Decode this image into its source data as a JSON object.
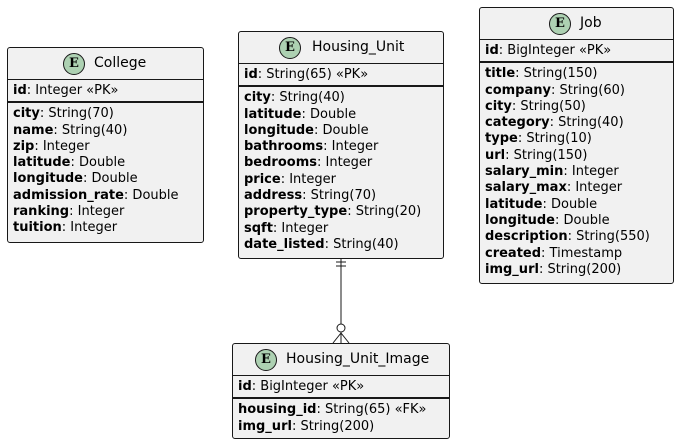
{
  "entities": {
    "college": {
      "icon": "E",
      "name": "College",
      "primary": [
        {
          "name": "id",
          "type": ": Integer «PK»"
        }
      ],
      "attributes": [
        {
          "name": "city",
          "type": ": String(70)"
        },
        {
          "name": "name",
          "type": ": String(40)"
        },
        {
          "name": "zip",
          "type": ": Integer"
        },
        {
          "name": "latitude",
          "type": ": Double"
        },
        {
          "name": "longitude",
          "type": ": Double"
        },
        {
          "name": "admission_rate",
          "type": ": Double"
        },
        {
          "name": "ranking",
          "type": ": Integer"
        },
        {
          "name": "tuition",
          "type": ": Integer"
        }
      ]
    },
    "housing_unit": {
      "icon": "E",
      "name": "Housing_Unit",
      "primary": [
        {
          "name": "id",
          "type": ": String(65) «PK»"
        }
      ],
      "attributes": [
        {
          "name": "city",
          "type": ": String(40)"
        },
        {
          "name": "latitude",
          "type": ": Double"
        },
        {
          "name": "longitude",
          "type": ": Double"
        },
        {
          "name": "bathrooms",
          "type": ": Integer"
        },
        {
          "name": "bedrooms",
          "type": ": Integer"
        },
        {
          "name": "price",
          "type": ": Integer"
        },
        {
          "name": "address",
          "type": ": String(70)"
        },
        {
          "name": "property_type",
          "type": ": String(20)"
        },
        {
          "name": "sqft",
          "type": ": Integer"
        },
        {
          "name": "date_listed",
          "type": ": String(40)"
        }
      ]
    },
    "job": {
      "icon": "E",
      "name": "Job",
      "primary": [
        {
          "name": "id",
          "type": ": BigInteger «PK»"
        }
      ],
      "attributes": [
        {
          "name": "title",
          "type": ": String(150)"
        },
        {
          "name": "company",
          "type": ": String(60)"
        },
        {
          "name": "city",
          "type": ": String(50)"
        },
        {
          "name": "category",
          "type": ": String(40)"
        },
        {
          "name": "type",
          "type": ": String(10)"
        },
        {
          "name": "url",
          "type": ": String(150)"
        },
        {
          "name": "salary_min",
          "type": ": Integer"
        },
        {
          "name": "salary_max",
          "type": ": Integer"
        },
        {
          "name": "latitude",
          "type": ": Double"
        },
        {
          "name": "longitude",
          "type": ": Double"
        },
        {
          "name": "description",
          "type": ": String(550)"
        },
        {
          "name": "created",
          "type": ": Timestamp"
        },
        {
          "name": "img_url",
          "type": ": String(200)"
        }
      ]
    },
    "housing_unit_image": {
      "icon": "E",
      "name": "Housing_Unit_Image",
      "primary": [
        {
          "name": "id",
          "type": ": BigInteger «PK»"
        }
      ],
      "attributes": [
        {
          "name": "housing_id",
          "type": ": String(65) «FK»"
        },
        {
          "name": "img_url",
          "type": ": String(200)"
        }
      ]
    }
  },
  "relationships": [
    {
      "from": "housing_unit",
      "to": "housing_unit_image",
      "from_cardinality": "exactly-one",
      "to_cardinality": "zero-or-many"
    }
  ],
  "colors": {
    "entity_fill": "#f1f1f1",
    "border": "#181818",
    "badge_fill": "#add1b2"
  }
}
